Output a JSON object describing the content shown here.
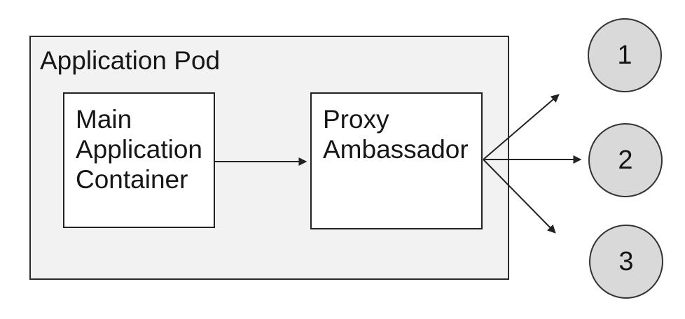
{
  "diagram": {
    "pod": {
      "label": "Application Pod",
      "fill": "#f2f2f2",
      "stroke": "#2b2b2b"
    },
    "nodes": [
      {
        "id": "main-application-container",
        "label": "Main\nApplication\nContainer",
        "fill": "#ffffff",
        "stroke": "#222222"
      },
      {
        "id": "proxy-ambassador",
        "label": "Proxy\nAmbassador",
        "fill": "#ffffff",
        "stroke": "#222222"
      }
    ],
    "endpoints": [
      {
        "id": "endpoint-1",
        "label": "1"
      },
      {
        "id": "endpoint-2",
        "label": "2"
      },
      {
        "id": "endpoint-3",
        "label": "3"
      }
    ],
    "endpoint_style": {
      "fill": "#d9d9d9",
      "stroke": "#333333"
    },
    "connections": [
      {
        "from": "main-application-container",
        "to": "proxy-ambassador"
      },
      {
        "from": "proxy-ambassador",
        "to": "endpoint-1"
      },
      {
        "from": "proxy-ambassador",
        "to": "endpoint-2"
      },
      {
        "from": "proxy-ambassador",
        "to": "endpoint-3"
      }
    ],
    "arrow_color": "#222222",
    "text_color": "#161616",
    "background": "#ffffff"
  }
}
